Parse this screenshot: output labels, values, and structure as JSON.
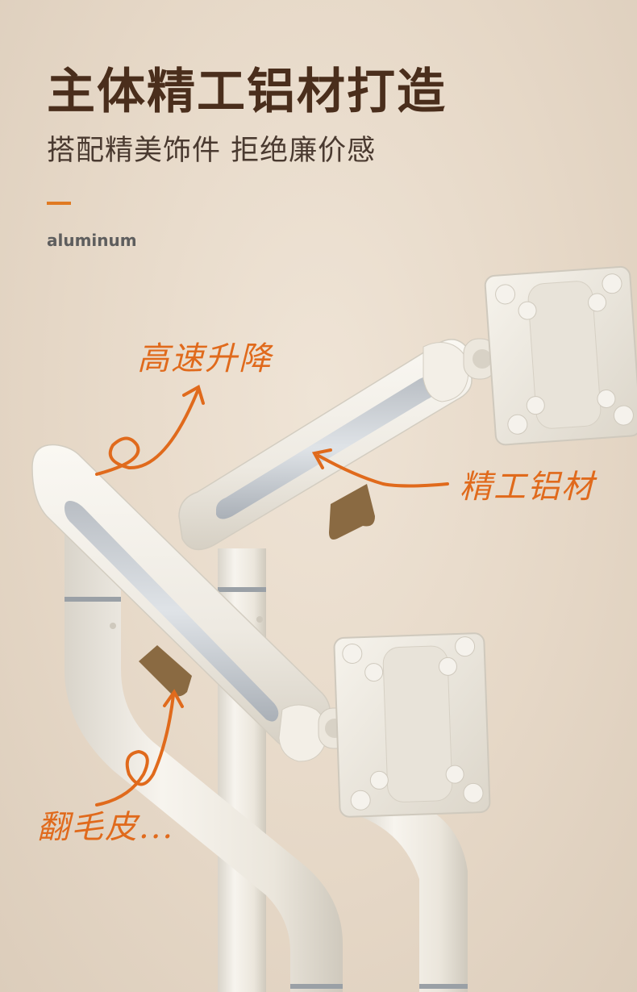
{
  "header": {
    "title": "主体精工铝材打造",
    "subtitle": "搭配精美饰件 拒绝廉价感",
    "tag": "aluminum"
  },
  "annotations": {
    "speed_lift": "高速升降",
    "aluminum_material": "精工铝材",
    "suede": "翻毛皮..."
  },
  "colors": {
    "background": "#e7dacb",
    "title": "#4a2e1c",
    "accent": "#e07a22",
    "arm": "#f2efe7",
    "suede": "#8a6a42"
  },
  "icons": [
    "curly-arrow-icon"
  ]
}
